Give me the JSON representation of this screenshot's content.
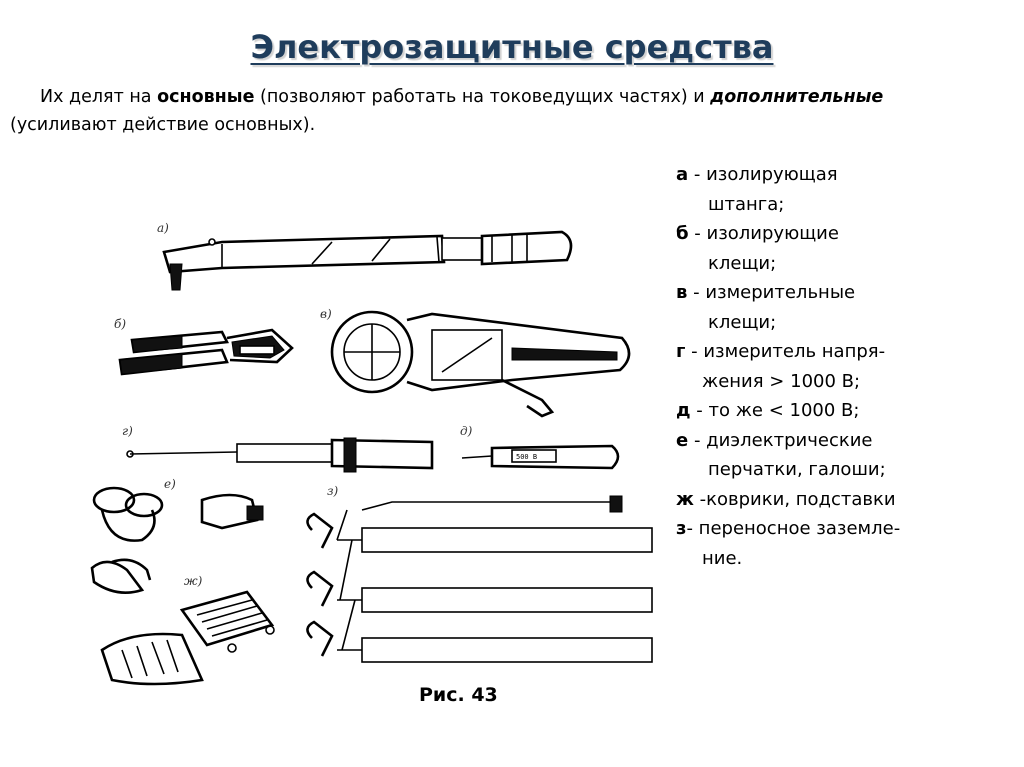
{
  "title": "Электрозащитные средства",
  "intro": {
    "prefix": "Их делят на ",
    "main": "основные",
    "middle": " (позволяют работать на токоведущих частях) и ",
    "additional": "дополнительные",
    "suffix": "(усиливают действие основных)."
  },
  "legend": [
    {
      "key": "а",
      "line1": " - изолирующая",
      "line2": "штанга;"
    },
    {
      "key": "б",
      "line1": " - изолирующие",
      "line2": "клещи;"
    },
    {
      "key": "в",
      "line1": " - измерительные",
      "line2": "клещи;"
    },
    {
      "key": "г",
      "line1": " - измеритель напря-",
      "line2": "жения  > 1000 В;"
    },
    {
      "key": "д",
      "line1": " - то же < 1000 В;",
      "line2": ""
    },
    {
      "key": "е",
      "line1": " - диэлектрические",
      "line2": "перчатки, галоши;"
    },
    {
      "key": "ж",
      "line1": " -коврики, подставки",
      "line2": ""
    },
    {
      "key": "з",
      "line1": "- переносное заземле-",
      "line2": "ние."
    }
  ],
  "figure_labels": {
    "a": "а)",
    "b": "б)",
    "v": "в)",
    "g": "г)",
    "d": "д)",
    "e": "е)",
    "zh": "ж)",
    "z": "з)",
    "meter_mark": "500 В"
  },
  "caption": "Рис. 43"
}
